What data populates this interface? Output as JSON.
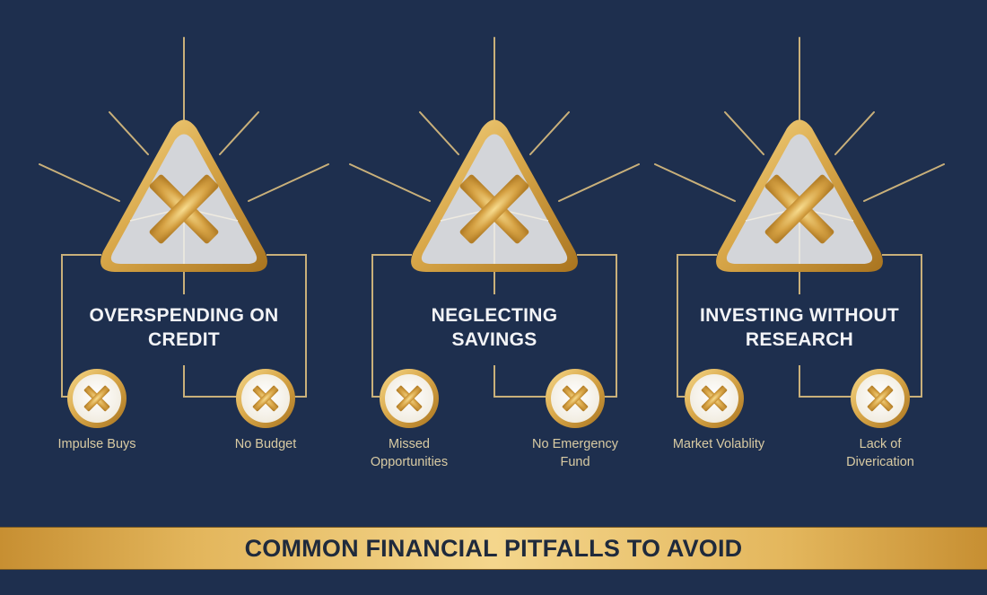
{
  "banner": {
    "title": "COMMON FINANCIAL PITFALLS TO AVOID"
  },
  "colors": {
    "background": "#1e2f4e",
    "gold": "#d9a84a",
    "gold_light": "#f6d98b",
    "title_text": "#f3f4f7",
    "label_text": "#d9cba3",
    "triangle_fill": "#d3d5d9"
  },
  "pitfalls": [
    {
      "title_line1": "OVERSPENDING ON",
      "title_line2": "CREDIT",
      "icon": "x-warning-triangle-icon",
      "consequences": [
        {
          "label_line1": "Impulse Buys",
          "label_line2": "",
          "icon": "x-circle-icon"
        },
        {
          "label_line1": "No Budget",
          "label_line2": "",
          "icon": "x-circle-icon"
        }
      ]
    },
    {
      "title_line1": "NEGLECTING",
      "title_line2": "SAVINGS",
      "icon": "x-warning-triangle-icon",
      "consequences": [
        {
          "label_line1": "Missed",
          "label_line2": "Opportunities",
          "icon": "x-circle-icon"
        },
        {
          "label_line1": "No Emergency",
          "label_line2": "Fund",
          "icon": "x-circle-icon"
        }
      ]
    },
    {
      "title_line1": "INVESTING WITHOUT",
      "title_line2": "RESEARCH",
      "icon": "x-warning-triangle-icon",
      "consequences": [
        {
          "label_line1": "Market Volablity",
          "label_line2": "",
          "icon": "x-circle-icon"
        },
        {
          "label_line1": "Lack of",
          "label_line2": "Diverication",
          "icon": "x-circle-icon"
        }
      ]
    }
  ]
}
